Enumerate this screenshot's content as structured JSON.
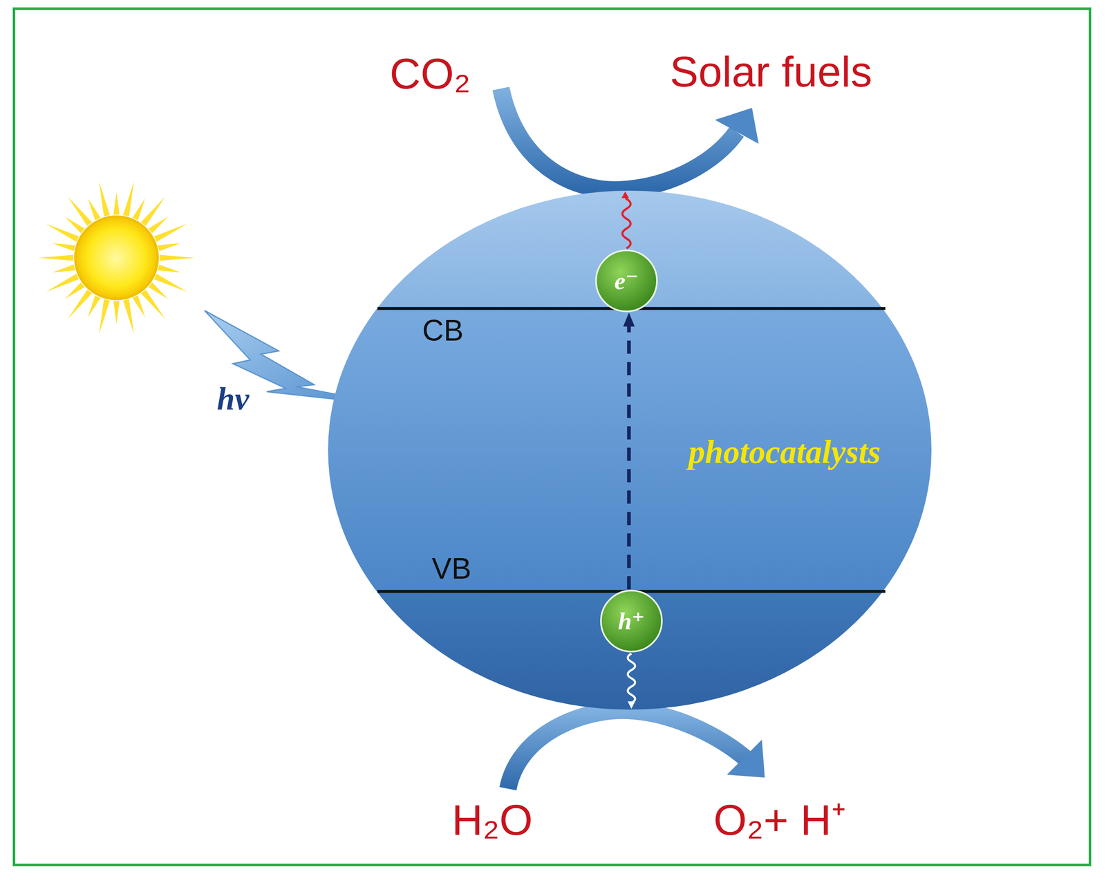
{
  "diagram": {
    "nodes": [
      {
        "text": [
          "CB",
          "VB",
          "photocatalysts"
        ]
      },
      {
        "text": [
          "e⁻"
        ],
        "in": 0
      },
      {
        "text": [
          "h⁺"
        ],
        "in": 0
      }
    ],
    "edges": [
      {
        "from": 2,
        "to": 1,
        "arrow": "to"
      }
    ],
    "labels": [
      "CO₂",
      "Solar fuels",
      "hν",
      "H₂O",
      "O₂+ H⁺"
    ]
  }
}
